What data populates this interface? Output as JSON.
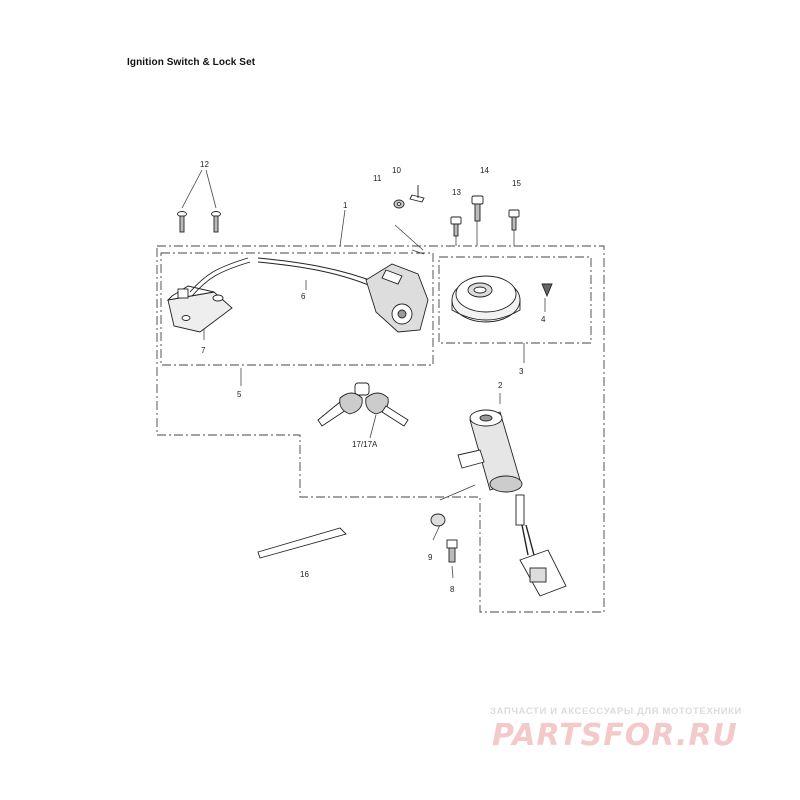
{
  "title": "Ignition Switch & Lock Set",
  "callouts": {
    "c1": "1",
    "c2": "2",
    "c3": "3",
    "c4": "4",
    "c5": "5",
    "c6": "6",
    "c7": "7",
    "c8": "8",
    "c9": "9",
    "c10": "10",
    "c11": "11",
    "c12": "12",
    "c13": "13",
    "c14": "14",
    "c15": "15",
    "c16": "16",
    "c17": "17/17A"
  },
  "watermark": {
    "tagline": "ЗАПЧАСТИ И АКСЕССУАРЫ ДЛЯ МОТОТЕХНИКИ",
    "logo": "PARTSFOR.RU"
  },
  "colors": {
    "line": "#333333",
    "watermark_red": "#f3c9c9",
    "watermark_gray": "#dcdcdc"
  }
}
